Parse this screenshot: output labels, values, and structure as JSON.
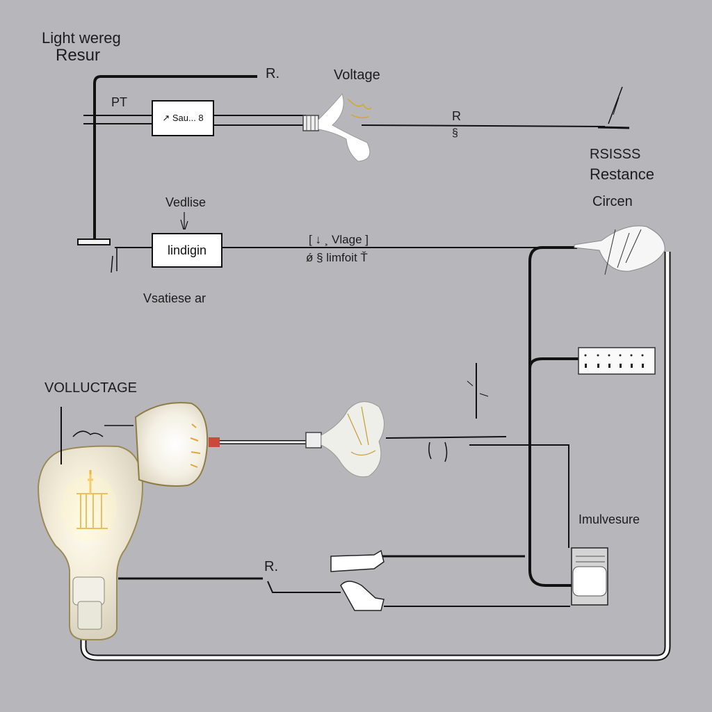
{
  "labels": {
    "top_left_line1": "Light wereg",
    "top_left_line2": "Resur",
    "r_top": "R.",
    "voltage_top": "Voltage",
    "pt": "PT",
    "box_top": "↗ Sau... 8",
    "r_mid_line1": "R",
    "r_mid_line2": "§",
    "resiss": "RSISSS",
    "resistance": "Restance",
    "circuit": "Circen",
    "vedlise": "Vedlise",
    "box_mid": "lindigin",
    "vlage_bracket": "[ ↓ ¸ Vlage ]",
    "limfoit": "ǿ § limfoit Ť",
    "vsatiese": "Vsatiese ar",
    "voltage_big": "VOLLUCTAGE",
    "mulvesure": "Imulvesure",
    "r_bottom": "R."
  },
  "colors": {
    "background": "#b7b7bb",
    "wire": "#111111",
    "bulb_glow": "#fff6d8",
    "filament": "#e6a92a"
  }
}
